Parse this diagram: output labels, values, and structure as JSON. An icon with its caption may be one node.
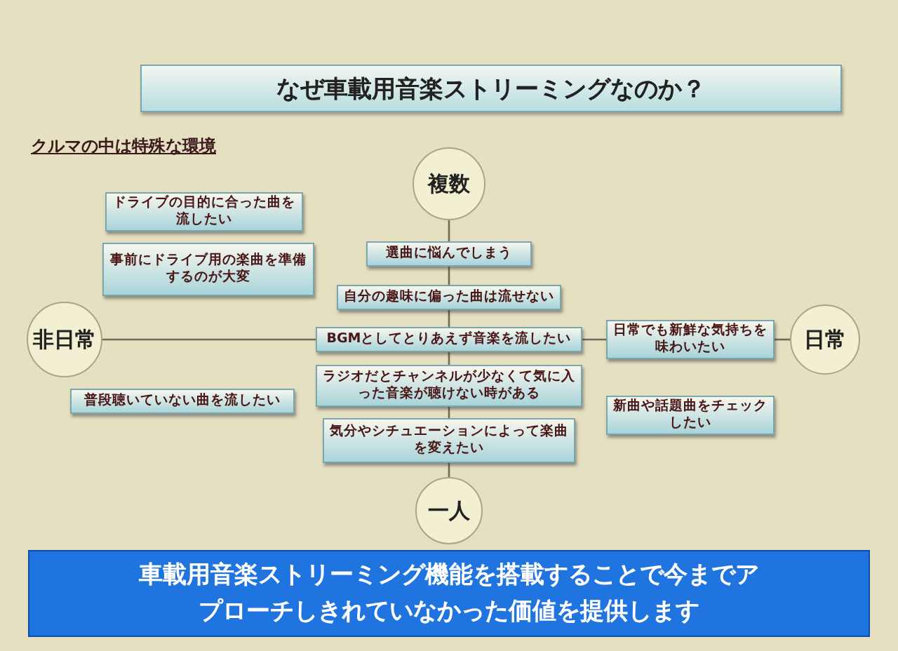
{
  "diagram": {
    "title": "なぜ車載用音楽ストリーミングなのか？",
    "caption": "車載用音楽ストリーミング機能を搭載することで今までアプローチしきれていなかった価値を提供します",
    "labels": [
      "クルマの中は特殊な環境"
    ],
    "nodes": [
      {
        "text": [
          "複数"
        ]
      },
      {
        "text": [
          "ドライブの目的に合った曲を流したい"
        ]
      },
      {
        "text": [
          "事前にドライブ用の楽曲を準備するのが大変"
        ]
      },
      {
        "text": [
          "選曲に悩んでしまう"
        ]
      },
      {
        "text": [
          "自分の趣味に偏った曲は流せない"
        ]
      },
      {
        "text": [
          "非日常"
        ]
      },
      {
        "text": [
          "BGMとしてとりあえず音楽を流したい"
        ]
      },
      {
        "text": [
          "日常でも新鮮な気持ちを味わいたい"
        ]
      },
      {
        "text": [
          "日常"
        ]
      },
      {
        "text": [
          "ラジオだとチャンネルが少なくて気に入った音楽が聴けない時がある"
        ]
      },
      {
        "text": [
          "普段聴いていない曲を流したい"
        ]
      },
      {
        "text": [
          "新曲や話題曲をチェックしたい"
        ]
      },
      {
        "text": [
          "気分やシチュエーションによって楽曲を変えたい"
        ]
      },
      {
        "text": [
          "一人"
        ]
      }
    ],
    "edges": [
      {
        "from": 0,
        "to": 3,
        "arrow": "none"
      },
      {
        "from": 3,
        "to": 4,
        "arrow": "none"
      },
      {
        "from": 4,
        "to": 6,
        "arrow": "none"
      },
      {
        "from": 6,
        "to": 9,
        "arrow": "none"
      },
      {
        "from": 9,
        "to": 12,
        "arrow": "none"
      },
      {
        "from": 12,
        "to": 13,
        "arrow": "none"
      },
      {
        "from": 5,
        "to": 6,
        "arrow": "none"
      },
      {
        "from": 6,
        "to": 7,
        "arrow": "none"
      },
      {
        "from": 7,
        "to": 8,
        "arrow": "none"
      }
    ]
  }
}
